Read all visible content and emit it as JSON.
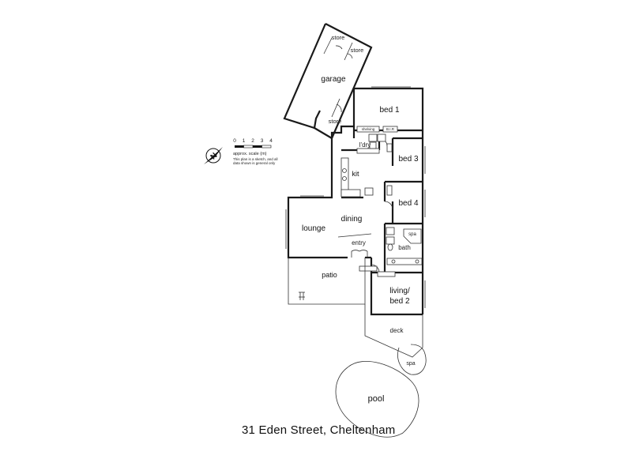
{
  "address": "31 Eden Street, Cheltenham",
  "rooms": {
    "garage": "garage",
    "store_top": "store",
    "store_top2": "store",
    "store_left": "store",
    "bed1": "bed 1",
    "ldry": "l'dry",
    "kit": "kit",
    "bed3": "bed 3",
    "bed4": "bed 4",
    "lounge": "lounge",
    "dining": "dining",
    "entry": "entry",
    "bath": "bath",
    "spa_room": "spa",
    "patio": "patio",
    "living1": "living/",
    "living2": "bed 2",
    "deck": "deck",
    "spa": "spa",
    "pool": "pool"
  },
  "fixtures": {
    "shelving": "shelving",
    "bir": "B.I.R"
  },
  "scale": {
    "ticks": [
      "0",
      "1",
      "2",
      "3",
      "4"
    ],
    "caption": "approx. scale (m)",
    "note1": "This plan is a sketch, and all",
    "note2": "data shown is general only"
  },
  "compass": {
    "letter": "N"
  }
}
